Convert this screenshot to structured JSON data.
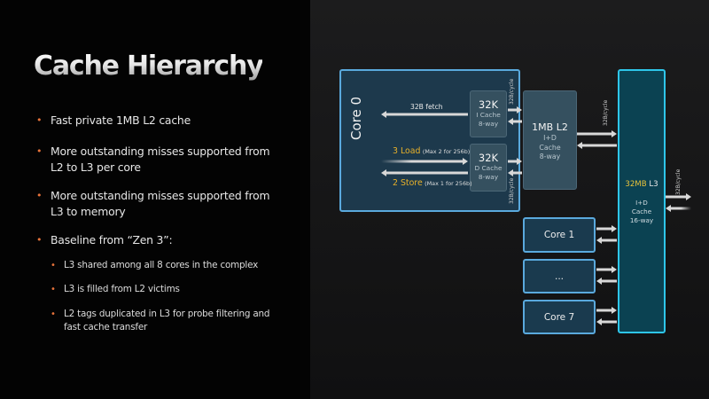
{
  "slide": {
    "title": "Cache Hierarchy",
    "bullets": [
      {
        "lines": [
          "Fast private 1MB L2 cache"
        ]
      },
      {
        "lines": [
          "More outstanding misses supported from",
          "L2 to L3 per core"
        ]
      },
      {
        "lines": [
          "More outstanding misses supported from",
          "L3 to memory"
        ]
      },
      {
        "lines": [
          "Baseline from “Zen 3”:"
        ]
      }
    ],
    "sub_bullets": [
      {
        "lines": [
          "L3 shared among all 8 cores in the complex"
        ]
      },
      {
        "lines": [
          "L3 is filled from L2 victims"
        ]
      },
      {
        "lines": [
          "L2 tags duplicated in L3 for probe filtering and",
          "fast cache transfer"
        ]
      }
    ]
  },
  "diagram": {
    "core0_label": "Core 0",
    "icache": {
      "size": "32K",
      "name": "I Cache",
      "assoc": "8-way"
    },
    "dcache": {
      "size": "32K",
      "name": "D Cache",
      "assoc": "8-way"
    },
    "l2": {
      "size": "1MB L2",
      "line1": "I+D",
      "line2": "Cache",
      "assoc": "8-way"
    },
    "l3": {
      "size": "32MB",
      "level": "L3",
      "line1": "I+D",
      "line2": "Cache",
      "assoc": "16-way"
    },
    "fetch_label": "32B fetch",
    "load": {
      "count": "3 Load",
      "note": "(Max 2 for 256b)"
    },
    "store": {
      "count": "2 Store",
      "note": "(Max 1 for 256b)"
    },
    "bandwidth_label": "32B/cycle",
    "cores": [
      "Core 1",
      "...",
      "Core 7"
    ]
  },
  "colors": {
    "bullet_accent": "#e8733a",
    "load_store_accent": "#e8b12a",
    "l3_size_accent": "#e8c23a",
    "core_border": "#5aa9dd",
    "l3_border": "#2ec6ea",
    "l3_fill": "#0b4252",
    "core_fill": "#1d394c"
  }
}
